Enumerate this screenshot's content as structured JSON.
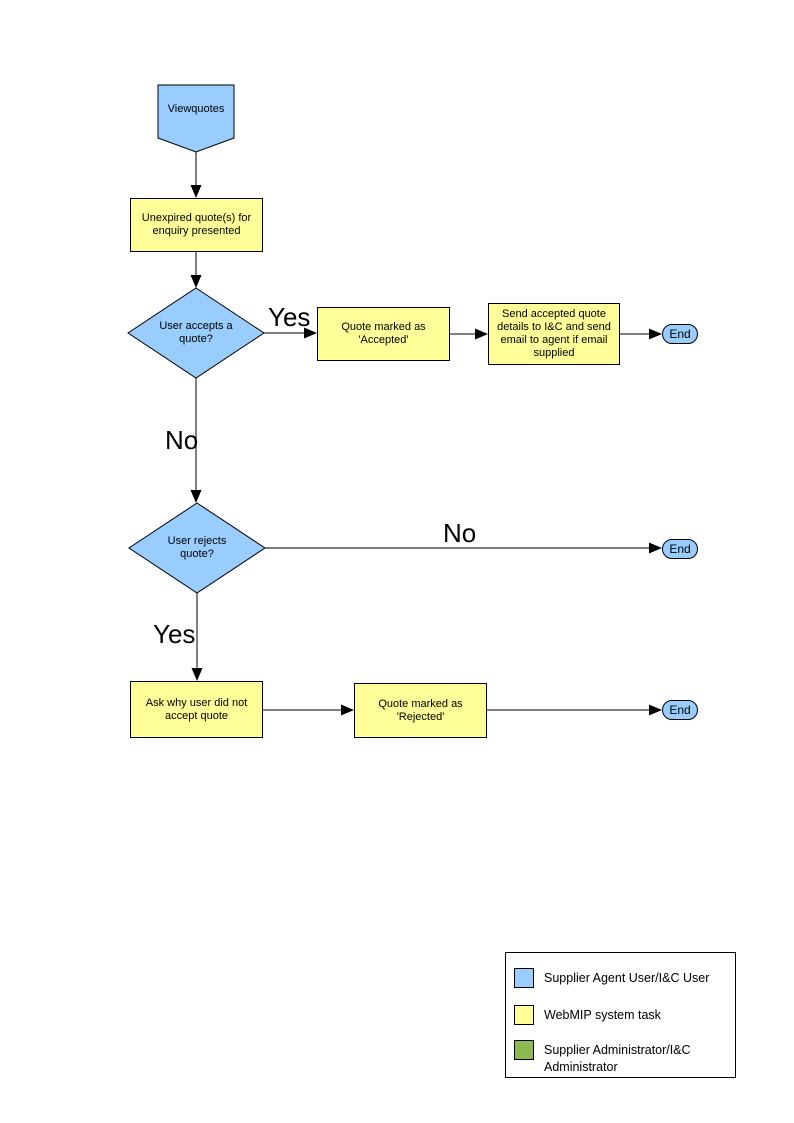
{
  "colors": {
    "actor": "#99CCFF",
    "system": "#FFFF99",
    "admin": "#8DB951",
    "line": "#000000"
  },
  "nodes": {
    "start": "Viewquotes",
    "present_quotes": "Unexpired quote(s) for enquiry presented",
    "accept_decision": "User accepts a quote?",
    "mark_accepted": "Quote  marked as 'Accepted'",
    "send_details": "Send accepted quote details to I&C and send email to agent if email supplied",
    "end_accept": "End",
    "reject_decision": "User rejects quote?",
    "end_no_reject": "End",
    "ask_why": "Ask why user did not accept quote",
    "mark_rejected": "Quote  marked as 'Rejected'",
    "end_reject": "End"
  },
  "edge_labels": {
    "accept_yes": "Yes",
    "accept_no": "No",
    "reject_no": "No",
    "reject_yes": "Yes"
  },
  "legend": {
    "items": [
      {
        "label": "Supplier Agent User/I&C User",
        "color": "#99CCFF"
      },
      {
        "label": "WebMIP system task",
        "color": "#FFFF99"
      },
      {
        "label": "Supplier Administrator/I&C Administrator",
        "color": "#8DB951"
      }
    ]
  }
}
